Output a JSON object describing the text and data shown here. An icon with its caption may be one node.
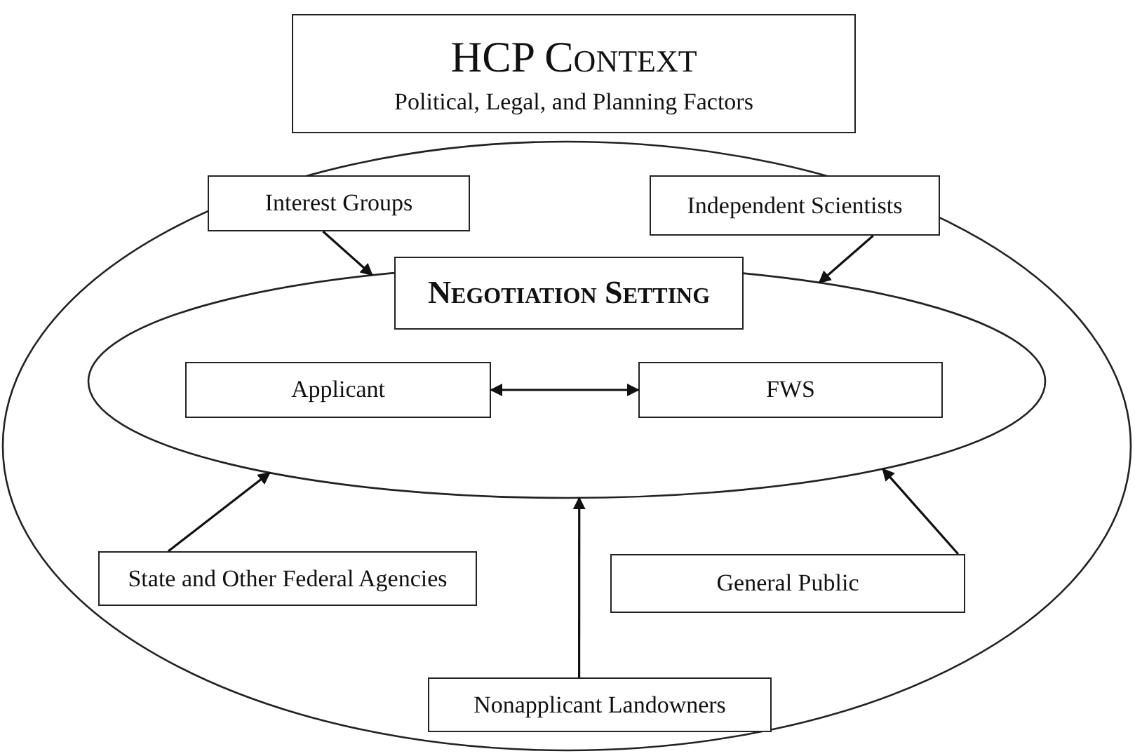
{
  "diagram": {
    "nodes": [
      {
        "text": [
          "HCP Context",
          "Political, Legal, and Planning Factors"
        ]
      },
      {
        "text": [
          "Interest Groups"
        ],
        "in": 0
      },
      {
        "text": [
          "Independent Scientists"
        ],
        "in": 0
      },
      {
        "text": [
          "Negotiation Setting"
        ],
        "in": 0
      },
      {
        "text": [
          "Applicant"
        ],
        "in": 3
      },
      {
        "text": [
          "FWS"
        ],
        "in": 3
      },
      {
        "text": [
          "State and Other Federal Agencies"
        ],
        "in": 0
      },
      {
        "text": [
          "General Public"
        ],
        "in": 0
      },
      {
        "text": [
          "Nonapplicant Landowners"
        ],
        "in": 0
      }
    ],
    "edges": [
      {
        "from": 1,
        "to": 3,
        "arrow": "to"
      },
      {
        "from": 2,
        "to": 3,
        "arrow": "to"
      },
      {
        "from": 4,
        "to": 5,
        "arrow": "both"
      },
      {
        "from": 6,
        "to": 3,
        "arrow": "to"
      },
      {
        "from": 7,
        "to": 3,
        "arrow": "to"
      },
      {
        "from": 8,
        "to": 3,
        "arrow": "to"
      }
    ]
  }
}
